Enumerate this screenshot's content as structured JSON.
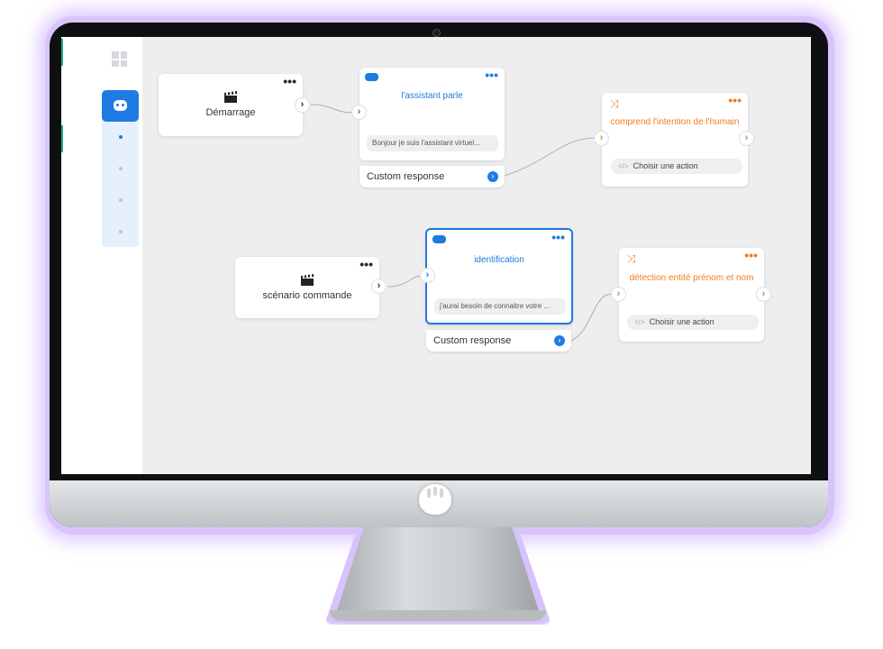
{
  "flow": {
    "start_node": {
      "label": "Démarrage"
    },
    "assistant_node": {
      "title": "l'assistant parle",
      "message": "Bonjour je suis l'assistant virtuel...",
      "response_label": "Custom response"
    },
    "intent_node": {
      "title": "comprend l'intention de l'humain",
      "action_label": "Choisir une action",
      "action_code": "</>"
    },
    "scenario_node": {
      "label": "scénario commande"
    },
    "identification_node": {
      "title": "identification",
      "message": "j'aurai besoin de connaitre votre ...",
      "response_label": "Custom response"
    },
    "entity_node": {
      "title": "détection entité prénom et nom",
      "action_label": "Choisir une action",
      "action_code": "</>"
    }
  },
  "icons": {
    "menu": "more-dots-icon",
    "start": "clapperboard-icon",
    "message": "chat-bubble-icon",
    "intent": "shuffle-icon",
    "bot": "bot-icon",
    "grid": "grid-icon"
  },
  "colors": {
    "accent_blue": "#1f7be3",
    "accent_orange": "#f27d1f",
    "canvas": "#eeeeef",
    "glow": "#d8c4fb"
  }
}
